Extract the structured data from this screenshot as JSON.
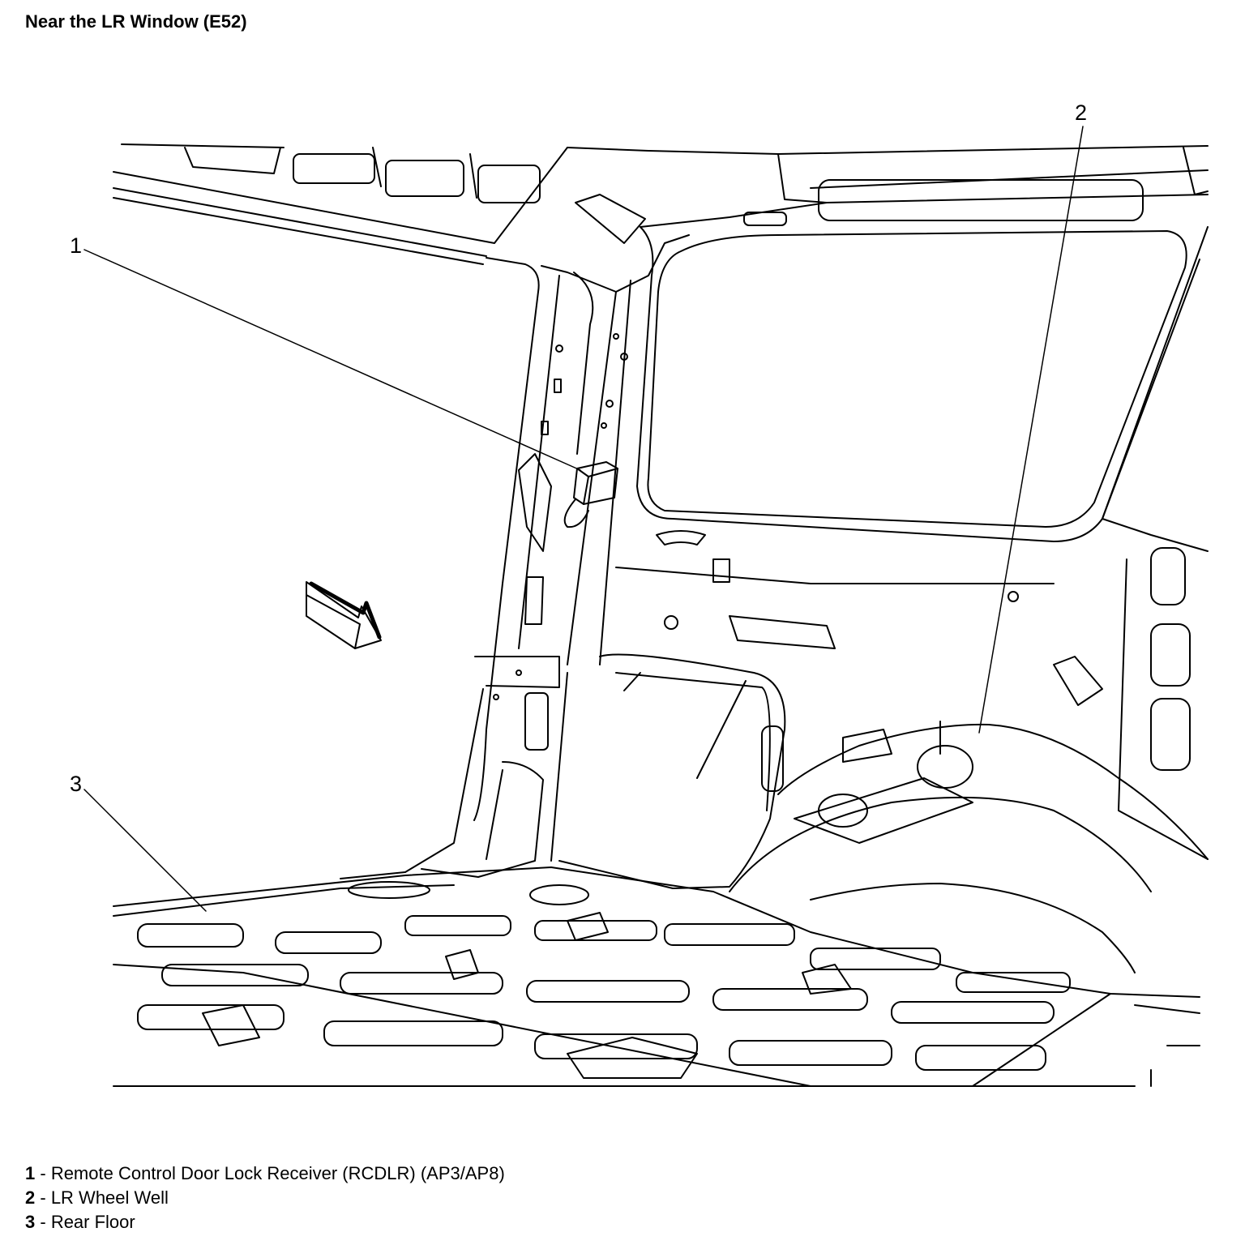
{
  "title": "Near the LR Window (E52)",
  "callouts": [
    "1",
    "2",
    "3"
  ],
  "legend": [
    {
      "num": "1",
      "sep": " - ",
      "text": "Remote Control Door Lock Receiver (RCDLR) (AP3/AP8)"
    },
    {
      "num": "2",
      "sep": " - ",
      "text": "LR Wheel Well"
    },
    {
      "num": "3",
      "sep": " - ",
      "text": "Rear Floor"
    }
  ]
}
